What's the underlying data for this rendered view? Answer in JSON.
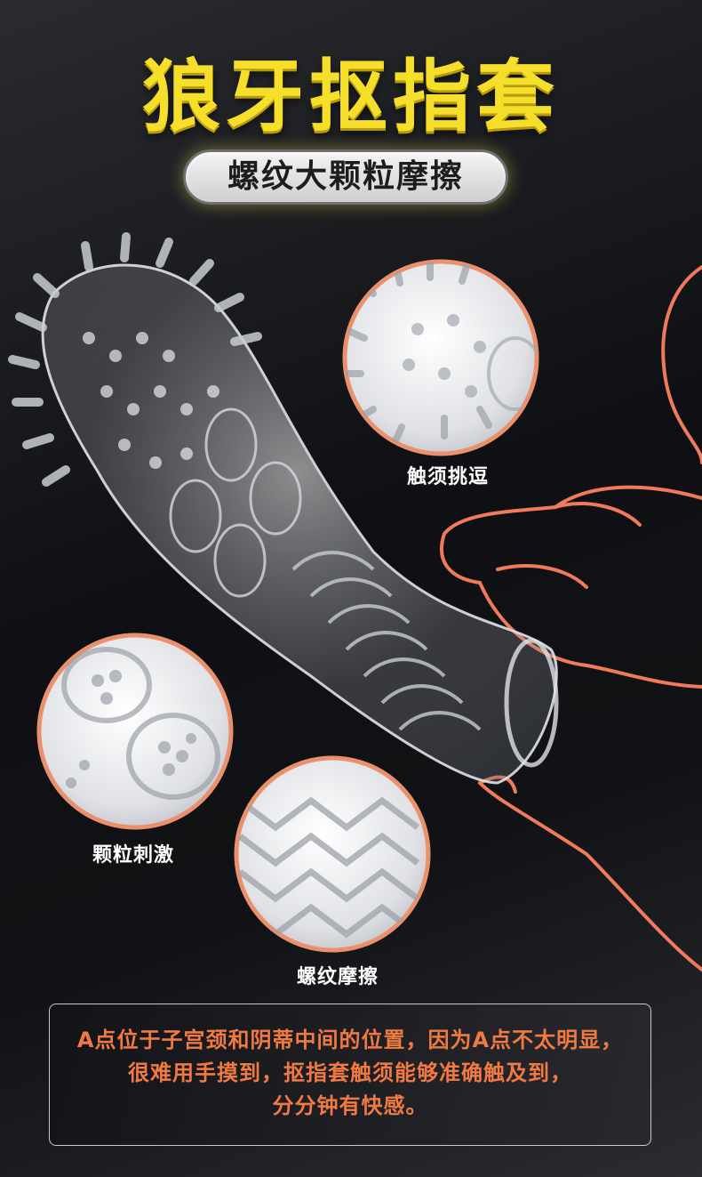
{
  "title": "狼牙抠指套",
  "subtitle": "螺纹大颗粒摩擦",
  "features": [
    {
      "label": "触须挑逗",
      "icon": "tentacle-closeup-icon"
    },
    {
      "label": "颗粒刺激",
      "icon": "granule-closeup-icon"
    },
    {
      "label": "螺纹摩擦",
      "icon": "thread-closeup-icon"
    }
  ],
  "description": [
    "A点位于子宫颈和阴蒂中间的位置，因为A点不太明显，",
    "很难用手摸到，抠指套触须能够准确触及到，",
    "分分钟有快感。"
  ],
  "colors": {
    "title": "#f6df2a",
    "accent": "#f07a42",
    "hand_outline": "#f07a5a",
    "circle_border": "#e9916c"
  }
}
